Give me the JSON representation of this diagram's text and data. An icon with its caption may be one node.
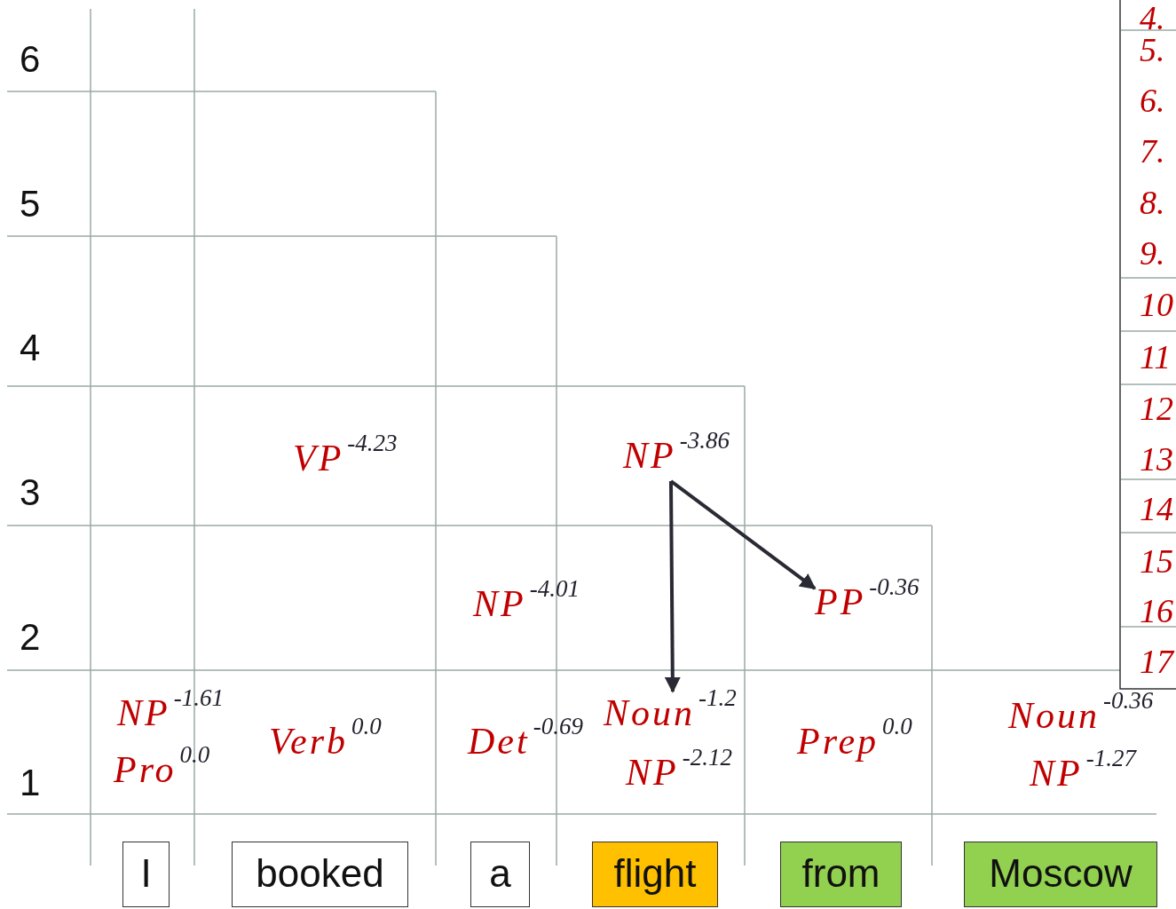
{
  "diagram": {
    "nodes": [
      {
        "text": [
          "NP$^{-3.86}$"
        ]
      },
      {
        "text": [
          "PP$^{-0.36}$"
        ]
      },
      {
        "text": [
          "Noun$^{-1.2}$"
        ]
      },
      {
        "text": [
          "I"
        ]
      },
      {
        "text": [
          "booked"
        ]
      },
      {
        "text": [
          "a"
        ]
      },
      {
        "text": [
          "flight"
        ]
      },
      {
        "text": [
          "from"
        ]
      },
      {
        "text": [
          "Moscow"
        ]
      }
    ],
    "edges": [
      {
        "from": 0,
        "to": 2,
        "arrow": "to"
      },
      {
        "from": 0,
        "to": 1,
        "arrow": "to"
      }
    ],
    "labels": [
      "6",
      "5",
      "4",
      "3",
      "2",
      "1",
      "VP$^{-4.23}$",
      "NP$^{-4.01}$",
      "NP$^{-1.61}$",
      "Pro$^{0.0}$",
      "Verb$^{0.0}$",
      "Det$^{-0.69}$",
      "NP$^{-2.12}$",
      "Prep$^{0.0}$",
      "Noun$^{-0.36}$",
      "NP$^{-1.27}$",
      "4.",
      "5.",
      "6.",
      "7.",
      "8.",
      "9.",
      "10",
      "11",
      "12",
      "13",
      "14",
      "15",
      "16",
      "17"
    ]
  }
}
